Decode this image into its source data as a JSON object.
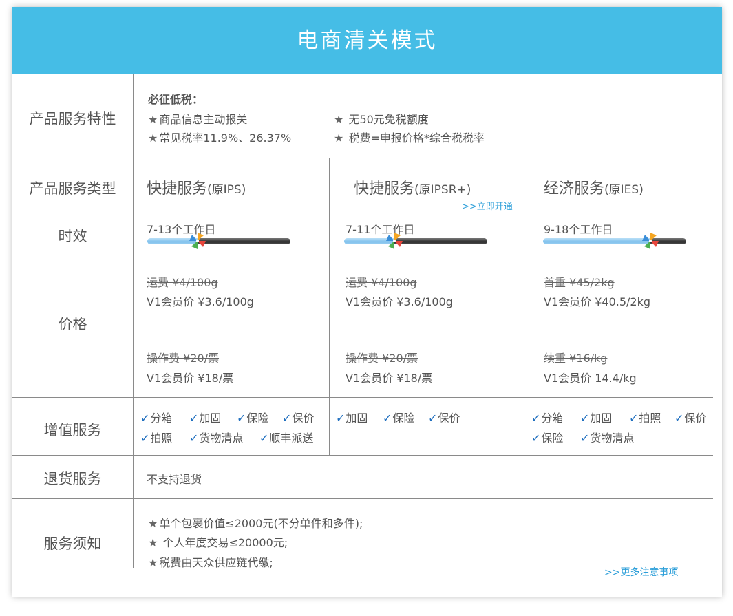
{
  "title": "电商清关模式",
  "rows": {
    "features_label": "产品服务特性",
    "types_label": "产品服务类型",
    "timeliness_label": "时效",
    "price_label": "价格",
    "value_added_label": "增值服务",
    "returns_label": "退货服务",
    "notice_label": "服务须知"
  },
  "features": {
    "heading": "必征低税：",
    "items": [
      "商品信息主动报关",
      "无50元免税额度",
      "常见税率11.9%、26.37%",
      "税费=申报价格*综合税税率"
    ]
  },
  "services": [
    {
      "name": "快捷服务",
      "orig": "(原IPS)",
      "timeliness": "7-13个工作日",
      "progress": 0.35,
      "price1_old": "运费 ¥4/100g",
      "price1_new": "V1会员价 ¥3.6/100g",
      "price2_old": "操作费 ¥20/票",
      "price2_new": "V1会员价 ¥18/票",
      "value_added": [
        "分箱",
        "加固",
        "保险",
        "保价",
        "拍照",
        "货物清点",
        "顺丰派送"
      ]
    },
    {
      "name": "快捷服务",
      "orig": "(原IPSR+)",
      "link": ">>立即开通",
      "timeliness": "7-11个工作日",
      "progress": 0.35,
      "price1_old": "运费 ¥4/100g",
      "price1_new": "V1会员价 ¥3.6/100g",
      "price2_old": "操作费 ¥20/票",
      "price2_new": "V1会员价 ¥18/票",
      "value_added": [
        "加固",
        "保险",
        "保价"
      ]
    },
    {
      "name": "经济服务",
      "orig": "(原IES)",
      "timeliness": "9-18个工作日",
      "progress": 0.75,
      "price1_old": "首重 ¥45/2kg",
      "price1_new": "V1会员价 ¥40.5/2kg",
      "price2_old": "续重 ¥16/kg",
      "price2_new": "V1会员价 14.4/kg",
      "value_added": [
        "分箱",
        "加固",
        "拍照",
        "保价",
        "保险",
        "货物清点"
      ]
    }
  ],
  "returns": "不支持退货",
  "notice": {
    "items": [
      "单个包裹价值≤2000元(不分单件和多件);",
      "个人年度交易≤20000元;",
      "税费由天众供应链代缴;"
    ],
    "more_link": ">>更多注意事项"
  },
  "icons": {
    "star": "star-icon",
    "check": "check-icon",
    "pin": "pinwheel-icon"
  },
  "colors": {
    "header": "#45bde6",
    "link": "#2d9fd9",
    "check": "#1f6fbf"
  }
}
